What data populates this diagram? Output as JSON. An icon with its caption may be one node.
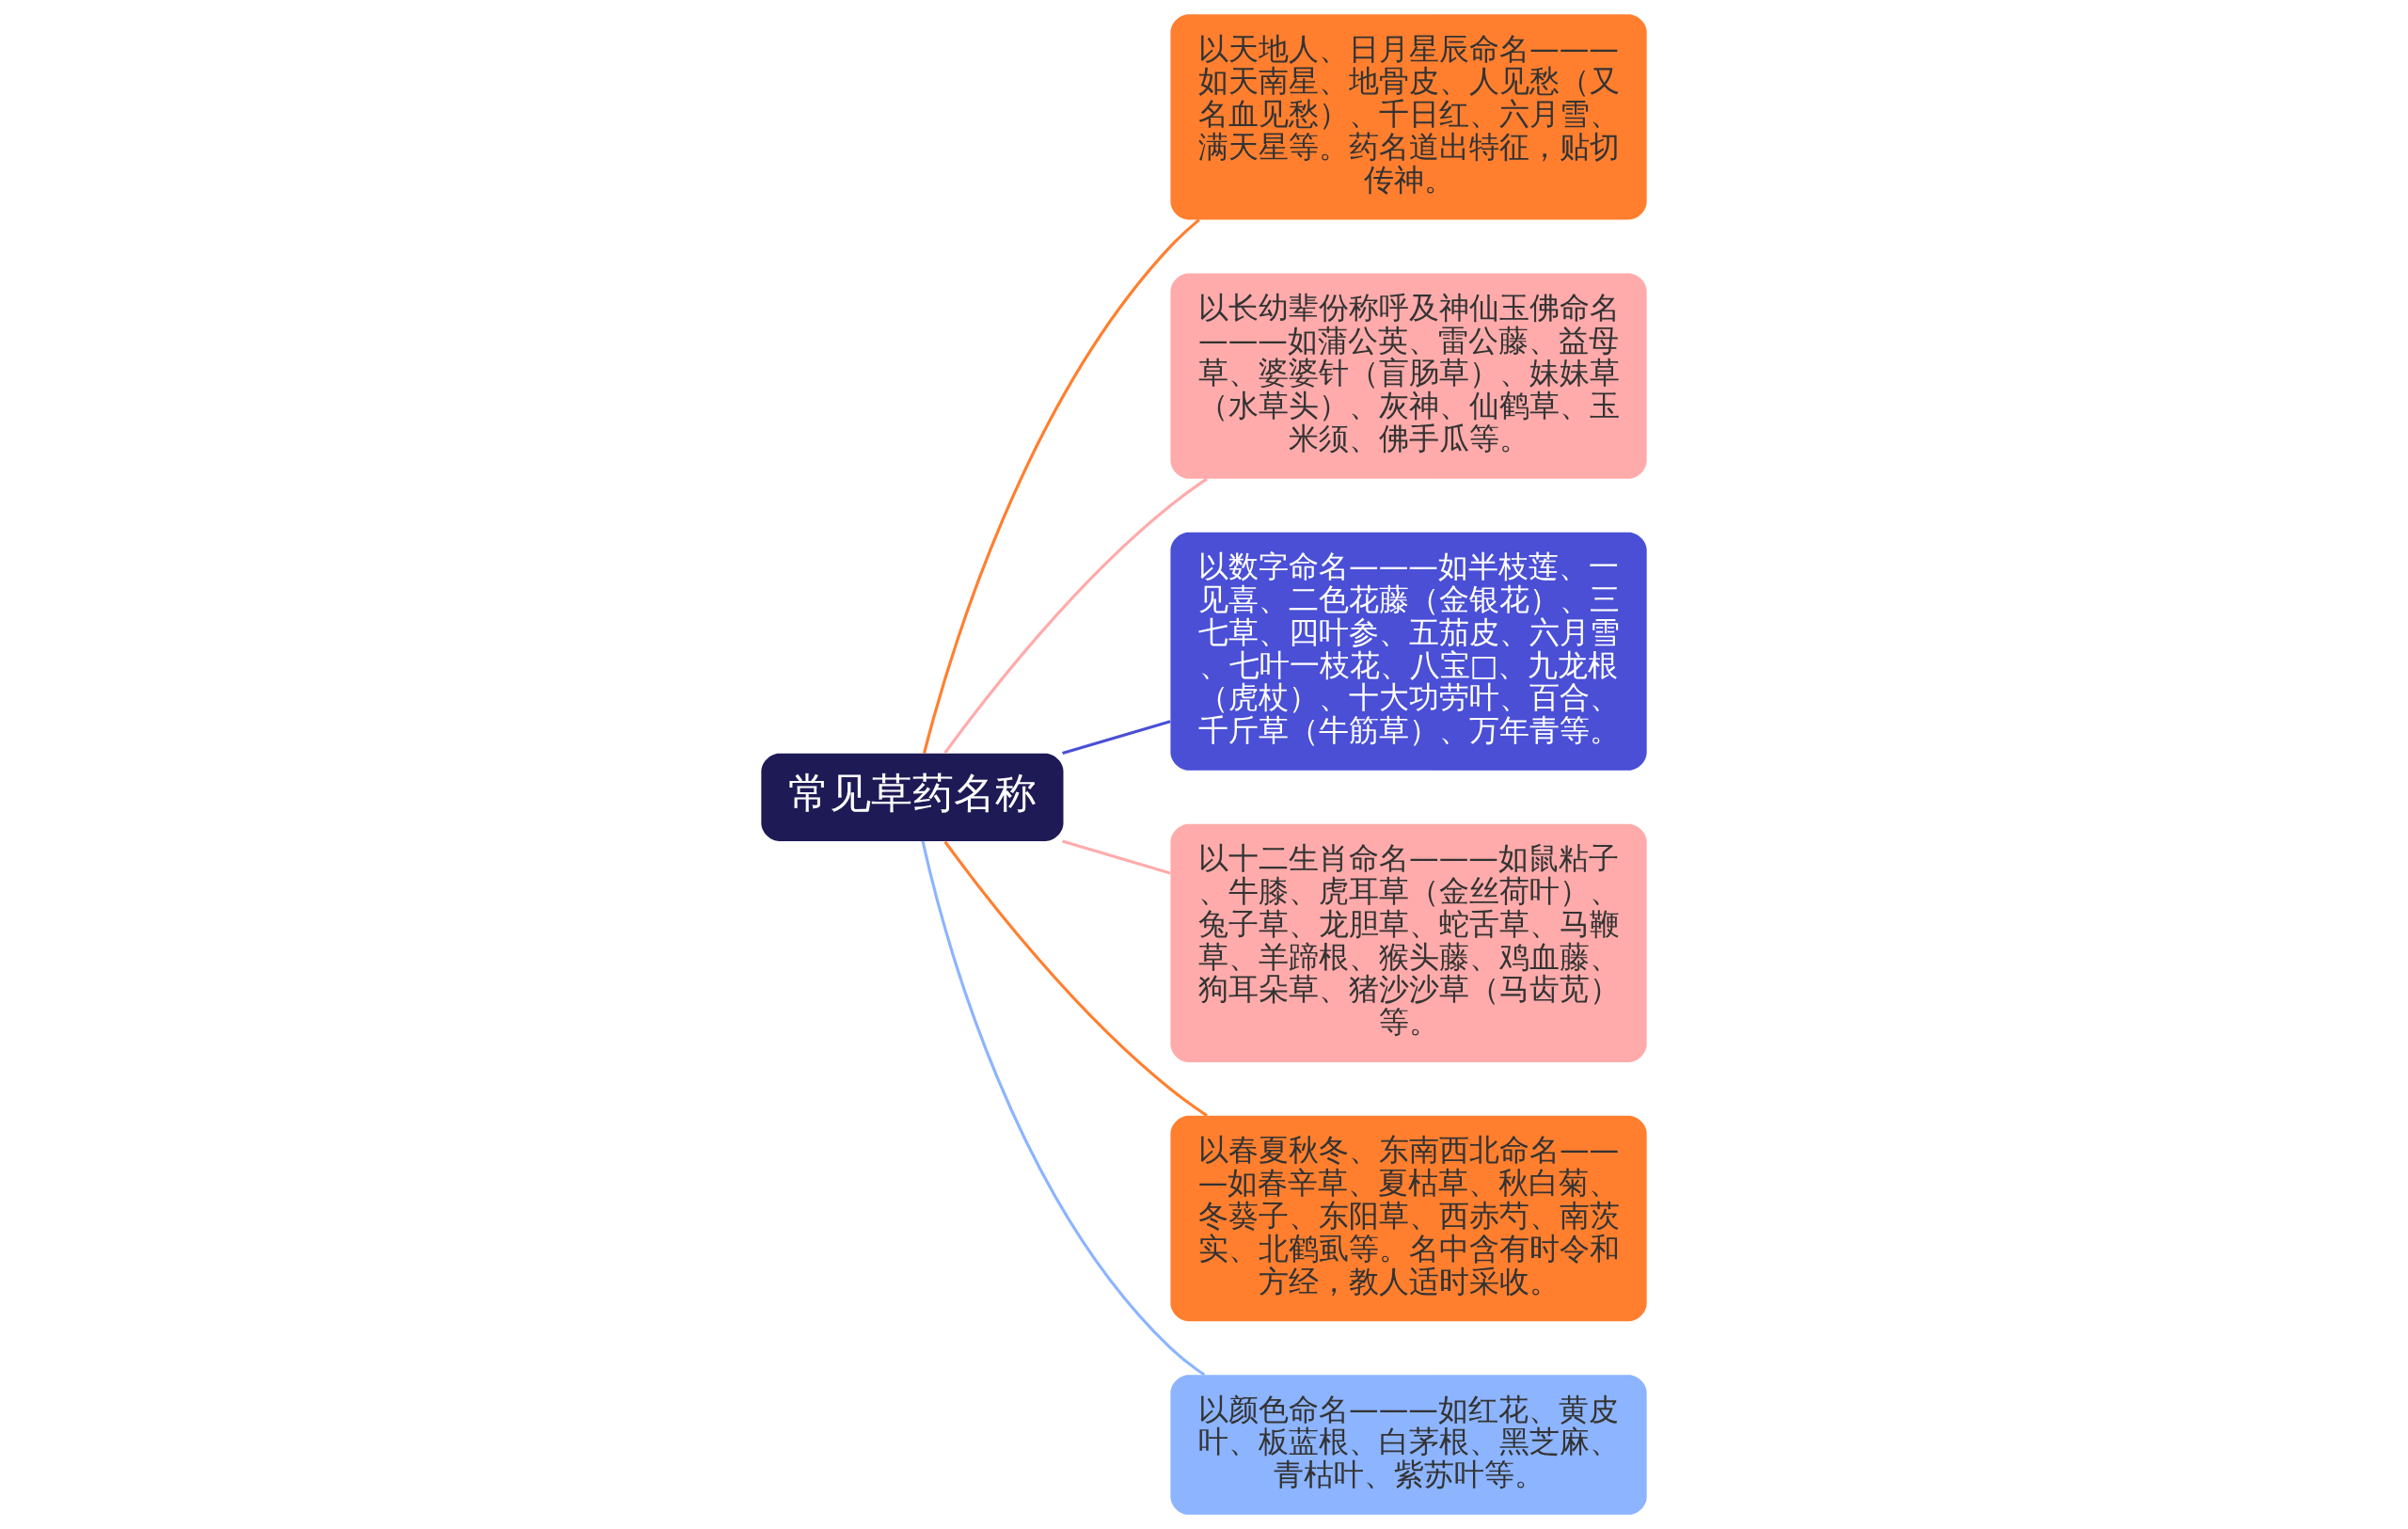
{
  "diagram": {
    "nodes": [
      {
        "text": [
          "常见草药名称"
        ]
      },
      {
        "text": [
          "以天地人、日月星辰命名———如天南星、地骨皮、人见愁（又名血见愁）、千日红、六月雪、满天星等。药名道出特征，贴切传神。"
        ]
      },
      {
        "text": [
          "以长幼辈份称呼及神仙玉佛命名———如蒲公英、雷公藤、益母草、婆婆针（盲肠草）、妹妹草（水草头）、灰神、仙鹤草、玉米须、佛手瓜等。"
        ]
      },
      {
        "text": [
          "以数字命名———如半枝莲、一见喜、二色花藤（金银花）、三七草、四叶参、五茄皮、六月雪、七叶一枝花、八宝□、九龙根（虎杖）、十大功劳叶、百合、千斤草（牛筋草）、万年青等。"
        ]
      },
      {
        "text": [
          "以十二生肖命名———如鼠粘子、牛膝、虎耳草（金丝荷叶）、兔子草、龙胆草、蛇舌草、马鞭草、羊蹄根、猴头藤、鸡血藤、狗耳朵草、猪沙沙草（马齿苋）等。"
        ]
      },
      {
        "text": [
          "以春夏秋冬、东南西北命名———如春辛草、夏枯草、秋白菊、冬葵子、东阳草、西赤芍、南茨实、北鹤虱等。名中含有时令和方经，教人适时采收。"
        ]
      },
      {
        "text": [
          "以颜色命名———如红花、黄皮叶、板蓝根、白茅根、黑芝麻、青枯叶、紫苏叶等。"
        ]
      }
    ],
    "edges": [
      {
        "from": 0,
        "to": 1,
        "arrow": "none",
        "color": "#ff7f2f"
      },
      {
        "from": 0,
        "to": 2,
        "arrow": "none",
        "color": "#ffabab"
      },
      {
        "from": 0,
        "to": 3,
        "arrow": "none",
        "color": "#4a4fd6"
      },
      {
        "from": 0,
        "to": 4,
        "arrow": "none",
        "color": "#ffabab"
      },
      {
        "from": 0,
        "to": 5,
        "arrow": "none",
        "color": "#ff7f2f"
      },
      {
        "from": 0,
        "to": 6,
        "arrow": "none",
        "color": "#8cb4ff"
      }
    ]
  }
}
